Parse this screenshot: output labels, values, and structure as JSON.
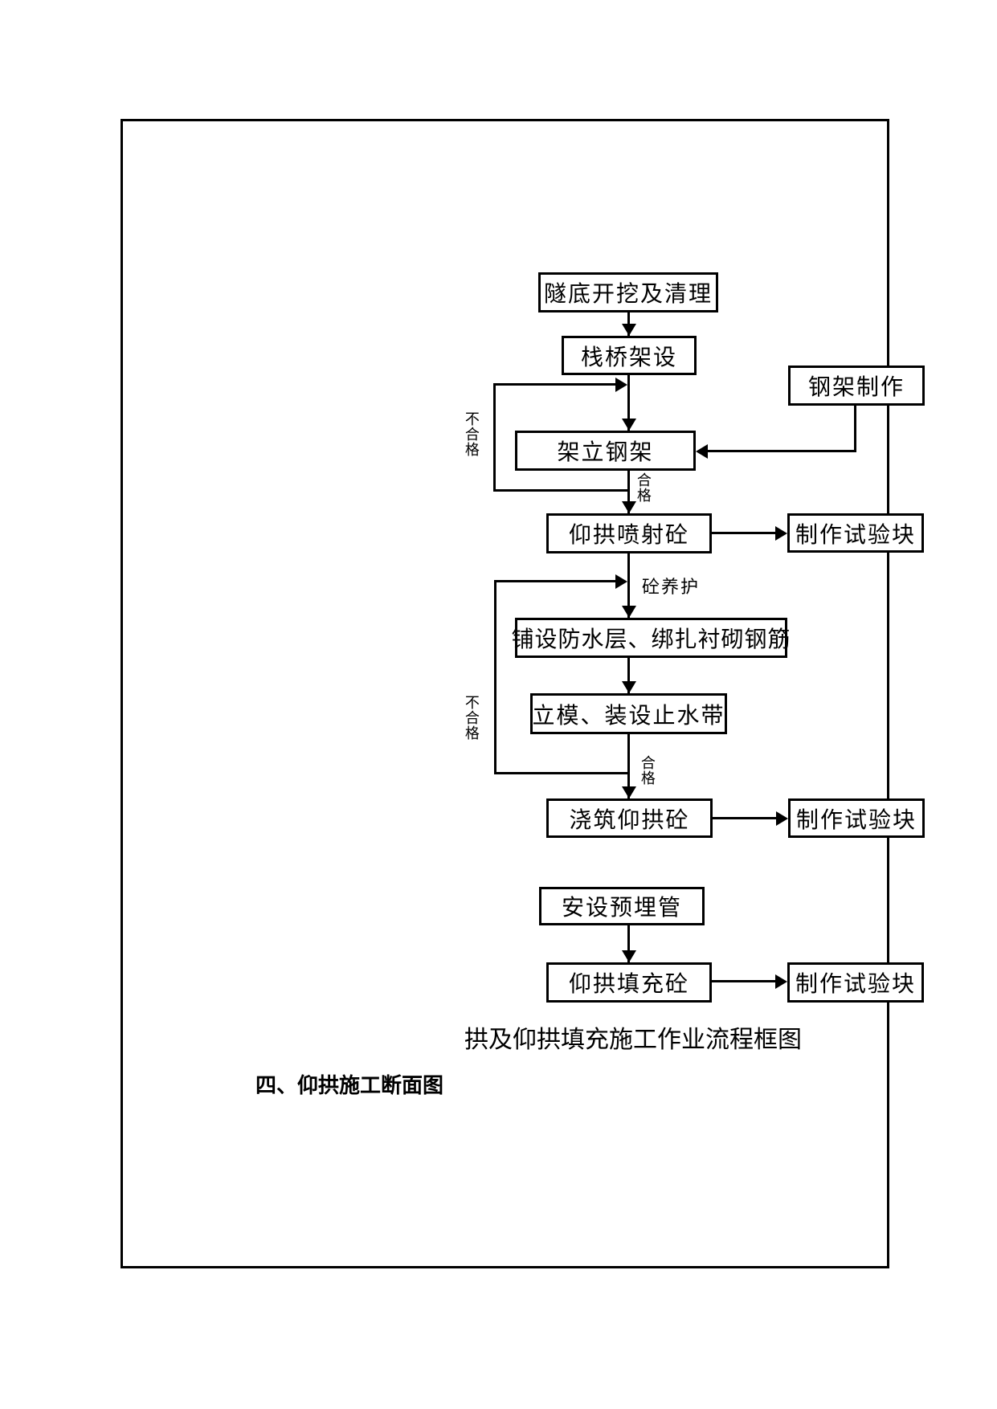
{
  "page": {
    "caption": "拱及仰拱填充施工作业流程框图",
    "heading": "四、仰拱施工断面图"
  },
  "flowchart": {
    "nodes": [
      {
        "id": "tunnel-bottom-excavation",
        "label": "隧底开挖及清理"
      },
      {
        "id": "trestle-erection",
        "label": "栈桥架设"
      },
      {
        "id": "steel-frame-fabrication",
        "label": "钢架制作"
      },
      {
        "id": "erect-steel-frame",
        "label": "架立钢架"
      },
      {
        "id": "invert-shotcrete",
        "label": "仰拱喷射砼"
      },
      {
        "id": "make-test-block-1",
        "label": "制作试验块"
      },
      {
        "id": "waterproof-and-rebar",
        "label": "铺设防水层、绑扎衬砌钢筋"
      },
      {
        "id": "formwork-waterstop",
        "label": "立模、装设止水带"
      },
      {
        "id": "pour-invert-concrete",
        "label": "浇筑仰拱砼"
      },
      {
        "id": "make-test-block-2",
        "label": "制作试验块"
      },
      {
        "id": "install-embedded-pipes",
        "label": "安设预埋管"
      },
      {
        "id": "invert-filling-concrete",
        "label": "仰拱填充砼"
      },
      {
        "id": "make-test-block-3",
        "label": "制作试验块"
      }
    ],
    "edge_labels": [
      {
        "id": "fail-1",
        "label": "不合格"
      },
      {
        "id": "pass-1",
        "label": "合格"
      },
      {
        "id": "curing",
        "label": "砼养护"
      },
      {
        "id": "fail-2",
        "label": "不合格"
      },
      {
        "id": "pass-2",
        "label": "合格"
      }
    ]
  }
}
